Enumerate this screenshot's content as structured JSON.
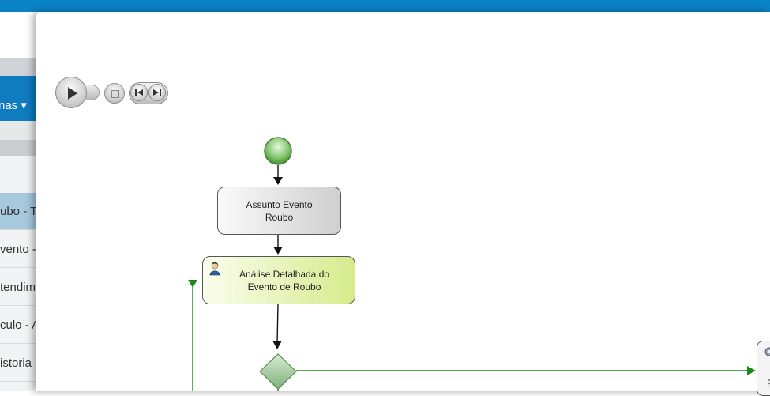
{
  "background": {
    "menu_label": "nas ▾",
    "rows": [
      {
        "label": "ubo - Tl",
        "selected": true
      },
      {
        "label": "vento -",
        "selected": false
      },
      {
        "label": "tendim",
        "selected": false
      },
      {
        "label": "culo - A",
        "selected": false
      },
      {
        "label": "istoria",
        "selected": false
      }
    ]
  },
  "controls": {
    "play": "play-icon",
    "stop": "stop-icon",
    "prev": "skip-back-icon",
    "next": "skip-forward-icon"
  },
  "flow": {
    "task1": {
      "line1": "Assunto Evento",
      "line2": "Roubo"
    },
    "task2": {
      "line1": "Análise Detalhada do",
      "line2": "Evento de Roubo"
    },
    "task3_partial": "F"
  },
  "colors": {
    "topbar": "#0a83c6",
    "flow_green": "#1a8a1a",
    "start_event": "#7fc36a",
    "gateway": "#8fbf8f"
  }
}
